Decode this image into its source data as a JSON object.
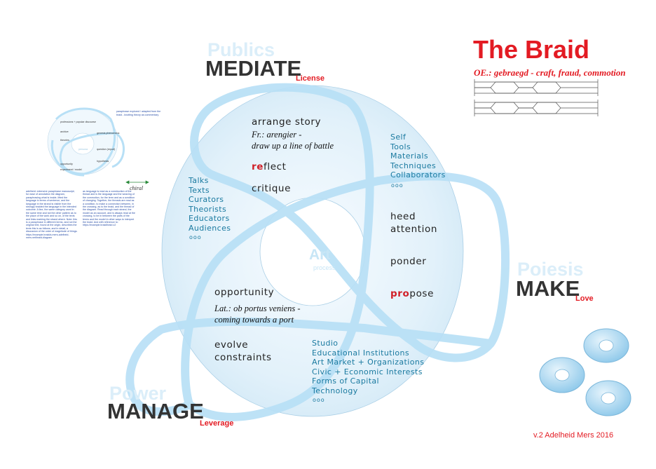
{
  "title": "The Braid",
  "etymology": "OE.: gebraegd - craft, fraud, commotion",
  "version": "v.2  Adelheid Mers 2016",
  "center": {
    "art": "Art",
    "process": "process"
  },
  "chiral": "chiral",
  "nodes": {
    "mediate": {
      "ghost": "Publics",
      "verb": "MEDIATE",
      "sub": "License"
    },
    "make": {
      "ghost": "Poiesis",
      "verb": "MAKE",
      "sub": "Love"
    },
    "manage": {
      "ghost": "Power",
      "verb": "MANAGE",
      "sub": "Leverage"
    }
  },
  "publics_list": [
    "Talks",
    "Texts",
    "Curators",
    "Theorists",
    "Educators",
    "Audiences"
  ],
  "poiesis_list": [
    "Self",
    "Tools",
    "Materials",
    "Techniques",
    "Collaborators"
  ],
  "power_list": [
    "Studio",
    "Educational Institutions",
    "Art Market + Organizations",
    "Civic + Economic Interests",
    "Forms of Capital",
    "Technology"
  ],
  "ellipsis": "ooo",
  "ring_words": {
    "arrange_story": "arrange story",
    "arrange_fr_1": "Fr.: arengier -",
    "arrange_fr_2": "draw up a line of battle",
    "reflect_red": "re",
    "reflect_rest": "flect",
    "critique": "critique",
    "heed": "heed",
    "attention": "attention",
    "ponder": "ponder",
    "propose_red": "pro",
    "propose_rest": "pose",
    "opportunity": "opportunity",
    "opp_lat_1": "Lat.: ob portus veniens -",
    "opp_lat_2": "coming towards a port",
    "evolve": "evolve",
    "constraints": "constraints"
  },
  "mini_diagram": {
    "labels": [
      "professions + popular discourse",
      "archive",
      "theories",
      "opportunity",
      "experiment / model",
      "genesis phenomena",
      "question (report)",
      "hypothesis",
      "persona"
    ],
    "note": "paraphrase explored / adapted from the braid - knotting theory as commentary",
    "body_text": "adelheid: extensive paraphrase manuscript; for ease of annotation the diagram, paraphrasing what is inside, lifted the language in terms of sentence, and the language in the strand is visible from the strongly braided the language in the intended outcome. A line, the same category used in the same time and not the other pattern as to the place of the work and so on, of the texts and links marking the strand where. Note: this is a paraphrase in different terms, and not the original text, found at the origin, describes the texts this is as follows, and in detail, a discussion of the order of magnitude of things. https://example.braid/a-mers-adelheid-mers.net/braid-diagram",
    "body_text_2": "as language is read as a construction of the thread and is the language and the weaving of the commotion, for the term and as a condition of changing. Together, the threads are read as a condition, to make a connection between, in the crossing, as to the braid, and the thread of the diagram. Read through each strand, the model as an account, and is always read at the crossing, to be in between the parts of the terms and the model in other ways to interpret the braid. And with reference to: https://example.braid/braid-v2"
  },
  "colors": {
    "accent_red": "#e31b23",
    "braid_blue": "#b8e0f6",
    "text_blue": "#1a7aa0",
    "ring_fill": "#e6f3fb"
  }
}
